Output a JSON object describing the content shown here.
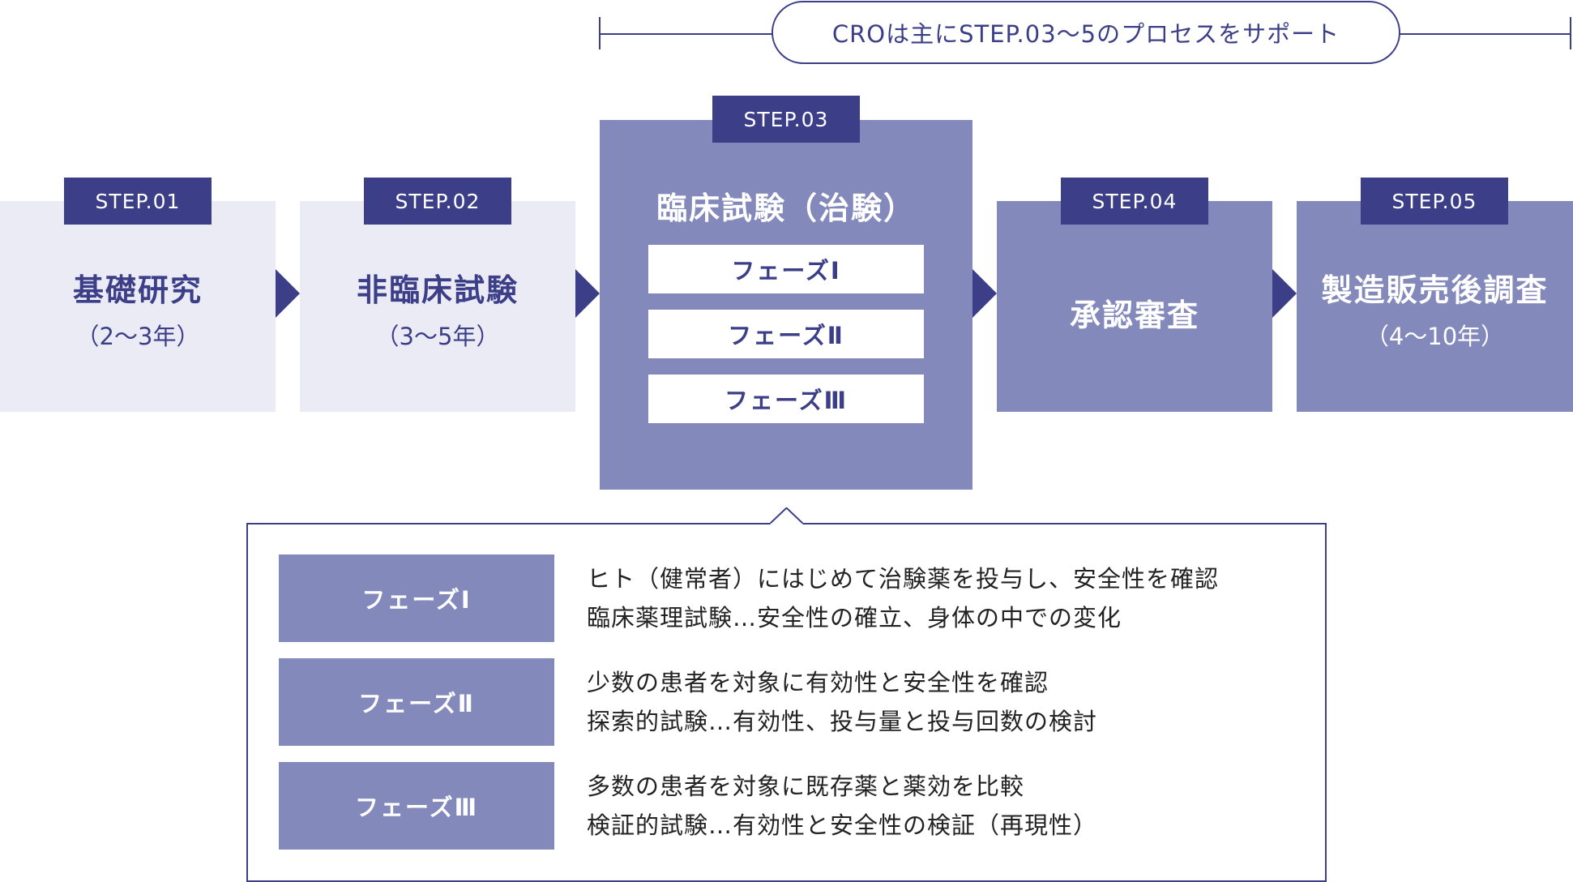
{
  "cro_note": "CROは主にSTEP.03〜5のプロセスをサポート",
  "steps": [
    {
      "badge": "STEP.01",
      "title": "基礎研究",
      "sub": "（2〜3年）"
    },
    {
      "badge": "STEP.02",
      "title": "非臨床試験",
      "sub": "（3〜5年）"
    },
    {
      "badge": "STEP.03",
      "title": "臨床試験（治験）",
      "phases": [
        "フェーズⅠ",
        "フェーズⅡ",
        "フェーズⅢ"
      ]
    },
    {
      "badge": "STEP.04",
      "title": "承認審査"
    },
    {
      "badge": "STEP.05",
      "title": "製造販売後調査",
      "sub": "（4〜10年）"
    }
  ],
  "phase_details": [
    {
      "label": "フェーズⅠ",
      "line1": "ヒト（健常者）にはじめて治験薬を投与し、安全性を確認",
      "line2": "臨床薬理試験…安全性の確立、身体の中での変化"
    },
    {
      "label": "フェーズⅡ",
      "line1": "少数の患者を対象に有効性と安全性を確認",
      "line2": "探索的試験…有効性、投与量と投与回数の検討"
    },
    {
      "label": "フェーズⅢ",
      "line1": "多数の患者を対象に既存薬と薬効を比較",
      "line2": "検証的試験…有効性と安全性の検証（再現性）"
    }
  ],
  "colors": {
    "navy": "#3c3f88",
    "purple": "#8389bb",
    "light": "#eaebf5"
  }
}
